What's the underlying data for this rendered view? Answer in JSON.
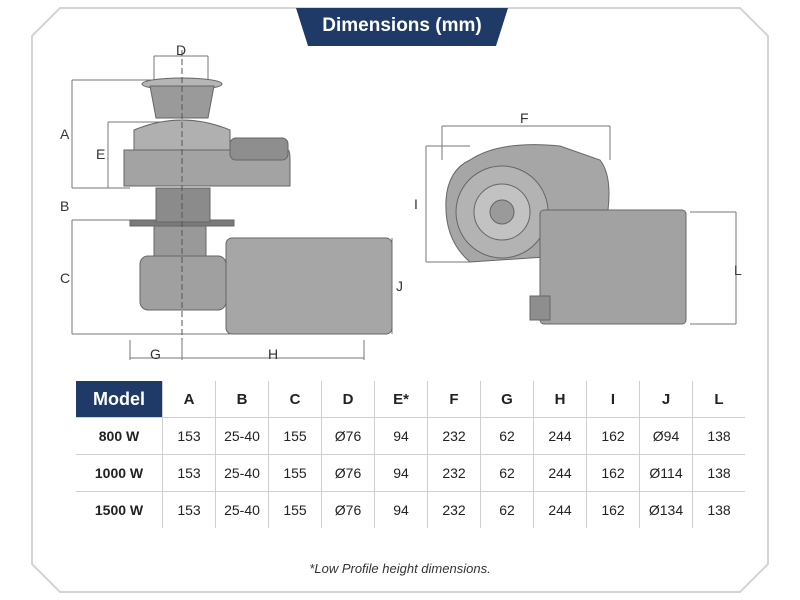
{
  "title": "Dimensions (mm)",
  "diagram_labels": {
    "A": "A",
    "B": "B",
    "C": "C",
    "D": "D",
    "E": "E",
    "F": "F",
    "G": "G",
    "H": "H",
    "I": "I",
    "J": "J",
    "L": "L"
  },
  "table": {
    "headers": [
      "Model",
      "A",
      "B",
      "C",
      "D",
      "E*",
      "F",
      "G",
      "H",
      "I",
      "J",
      "L"
    ],
    "rows": [
      [
        "800 W",
        "153",
        "25-40",
        "155",
        "Ø76",
        "94",
        "232",
        "62",
        "244",
        "162",
        "Ø94",
        "138"
      ],
      [
        "1000 W",
        "153",
        "25-40",
        "155",
        "Ø76",
        "94",
        "232",
        "62",
        "244",
        "162",
        "Ø114",
        "138"
      ],
      [
        "1500 W",
        "153",
        "25-40",
        "155",
        "Ø76",
        "94",
        "232",
        "62",
        "244",
        "162",
        "Ø134",
        "138"
      ]
    ]
  },
  "footnote": "*Low Profile height dimensions.",
  "colors": {
    "banner": "#1f3a66",
    "frame": "#cfcfcf",
    "body_grey": "#8e8e8e"
  }
}
